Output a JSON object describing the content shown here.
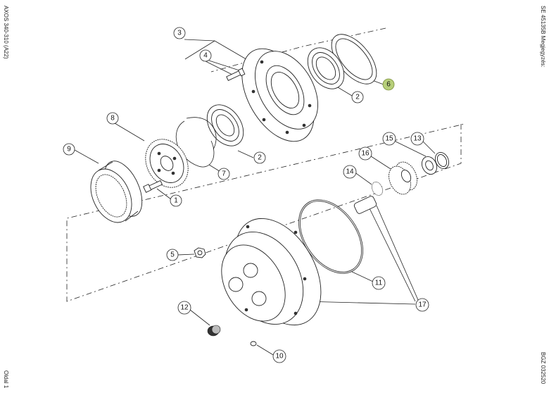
{
  "side_labels": {
    "left_top": "AXOS 340-310 (A22)",
    "left_bottom": "Oldal 1",
    "right_top": "SE 45135B  Megjegyzés:",
    "right_bottom": "BGZ 032520"
  },
  "callouts": [
    {
      "id": "c3",
      "text": "3",
      "highlight": false
    },
    {
      "id": "c4",
      "text": "4",
      "highlight": false
    },
    {
      "id": "c6",
      "text": "6",
      "highlight": true
    },
    {
      "id": "c2a",
      "text": "2",
      "highlight": false
    },
    {
      "id": "c8",
      "text": "8",
      "highlight": false
    },
    {
      "id": "c9",
      "text": "9",
      "highlight": false
    },
    {
      "id": "c7",
      "text": "7",
      "highlight": false
    },
    {
      "id": "c2b",
      "text": "2",
      "highlight": false
    },
    {
      "id": "c15",
      "text": "15",
      "highlight": false
    },
    {
      "id": "c13",
      "text": "13",
      "highlight": false
    },
    {
      "id": "c16",
      "text": "16",
      "highlight": false
    },
    {
      "id": "c14",
      "text": "14",
      "highlight": false
    },
    {
      "id": "c1",
      "text": "1",
      "highlight": false
    },
    {
      "id": "c5",
      "text": "5",
      "highlight": false
    },
    {
      "id": "c11",
      "text": "11",
      "highlight": false
    },
    {
      "id": "c17",
      "text": "17",
      "highlight": false
    },
    {
      "id": "c12",
      "text": "12",
      "highlight": false
    },
    {
      "id": "c10",
      "text": "10",
      "highlight": false
    }
  ],
  "colors": {
    "line": "#222222",
    "highlight_fill": "#b7cf7a",
    "callout_fill": "#ffffff"
  }
}
